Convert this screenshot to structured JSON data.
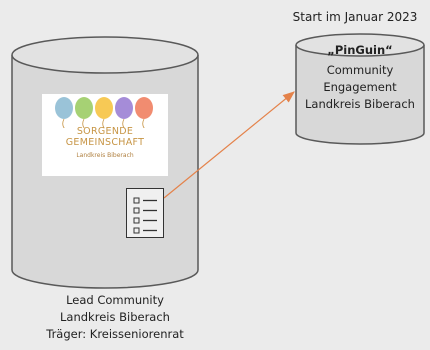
{
  "start_label": "Start im Januar 2023",
  "lead": {
    "caption_lines": [
      "Lead Community",
      "Landkreis Biberach",
      "Träger: Kreisseniorenrat"
    ],
    "logo": {
      "line1": "SORGENDE",
      "line2": "GEMEINSCHAFT",
      "sub": "Landkreis Biberach",
      "balloon_colors": [
        "#8fbcd4",
        "#9ccc65",
        "#f6c343",
        "#9b7fd4",
        "#f08060"
      ]
    }
  },
  "pinguin": {
    "title": "„PinGuin“",
    "lines": [
      "Community",
      "Engagement",
      "Landkreis Biberach"
    ]
  },
  "colors": {
    "cylinder_fill": "#d8d8d8",
    "cylinder_stroke": "#595959",
    "arrow": "#e4824a"
  }
}
